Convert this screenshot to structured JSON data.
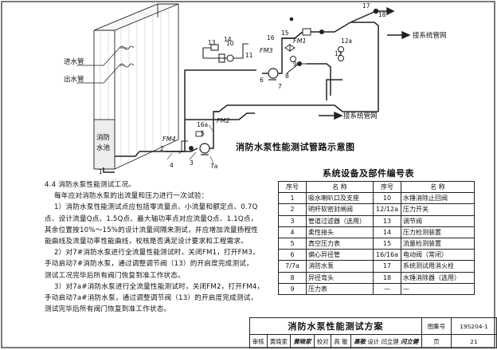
{
  "labels": {
    "inlet_pipe": "进水管",
    "outlet_pipe": "出水管",
    "pool_line1": "消防",
    "pool_line2": "水池",
    "system_pipe_top": "接系统管网",
    "system_pipe_mid": "接系统管网",
    "fm1": "FM1",
    "fm2": "FM2",
    "fm3": "FM3",
    "fm4": "FM4",
    "n1": "1",
    "n2": "2",
    "n3": "3",
    "n4": "4",
    "n5": "5",
    "n6": "6",
    "n7": "7",
    "n7a": "7a",
    "n8": "8",
    "n9": "9",
    "n10": "10",
    "n11": "11",
    "n12": "12",
    "n12a": "12a",
    "n13": "13",
    "n14": "14",
    "n15": "15",
    "n16": "16",
    "n16a": "16a",
    "n17": "17",
    "n18": "18"
  },
  "diagram_title": "消防水泵性能测试管路示意图",
  "notes": {
    "heading": "4.4  消防水泵性能测试工况。",
    "lines": [
      "每年应对消防水泵的出流量和压力进行一次试验：",
      "1）消防水泵性能测试点应包括零流量点、小流量和额定点、0.7Q",
      "点、设计流量Q点、1.5Q点、最大轴功率点对应流量Q点、1.1Q点，",
      "其余位置按10%～15%的设计流量间隔来测试，并应增加流量扬程性",
      "能曲线及流量功率性能曲线，校核是否满足设计要求和工程需求。",
      "2）对7#消防水泵进行全流量性能测试时，关闭FM1，打开FM3，",
      "手动启动7#消防水泵，通过调整调节阀（13）的开启度完成测试，",
      "测试工况完毕后所有阀门恢复到准工作状态。",
      "3）对7a#消防水泵进行全流量性能测试时，关闭FM2，打开FM4，",
      "手动启动7a#消防水泵，通过调整调节阀（13）的开启度完成测试，",
      "测试完毕后所有阀门恢复到准工作状态。"
    ]
  },
  "legend": {
    "title": "系统设备及部件编号表",
    "headers": [
      "序号",
      "名  称",
      "序号",
      "名  称"
    ],
    "rows": [
      [
        "1",
        "吸水喇叭口及支座",
        "10",
        "水锤消除止回阀"
      ],
      [
        "2",
        "明杆软密封闸阀",
        "12/12a",
        "压力开关"
      ],
      [
        "3",
        "管道过滤器（选用）",
        "13",
        "调节阀"
      ],
      [
        "4",
        "柔性接头",
        "14",
        "压力检测装置"
      ],
      [
        "5",
        "真空压力表",
        "15",
        "流量检测装置"
      ],
      [
        "6",
        "偏心异径管",
        "16/16a",
        "电动阀（常闭）"
      ],
      [
        "7/7a",
        "消防水泵",
        "17",
        "系统测试用消火栓"
      ],
      [
        "8",
        "异径弯头",
        "18",
        "水锤消除器（选用）"
      ],
      [
        "9",
        "压力表",
        "—",
        "—"
      ]
    ]
  },
  "titleblock": {
    "title": "消防水泵性能测试方案",
    "atlas_label": "图集号",
    "atlas_no": "19S204-1",
    "review_label": "审核",
    "reviewer": "黄晓家",
    "review_sig": "黄晓家",
    "check_label": "校对",
    "checker": "高  敬",
    "check_sig": "高敬",
    "design_label": "设计",
    "designer": "闫立健",
    "design_sig": "闫立健",
    "page_label": "页",
    "page_no": "21"
  }
}
